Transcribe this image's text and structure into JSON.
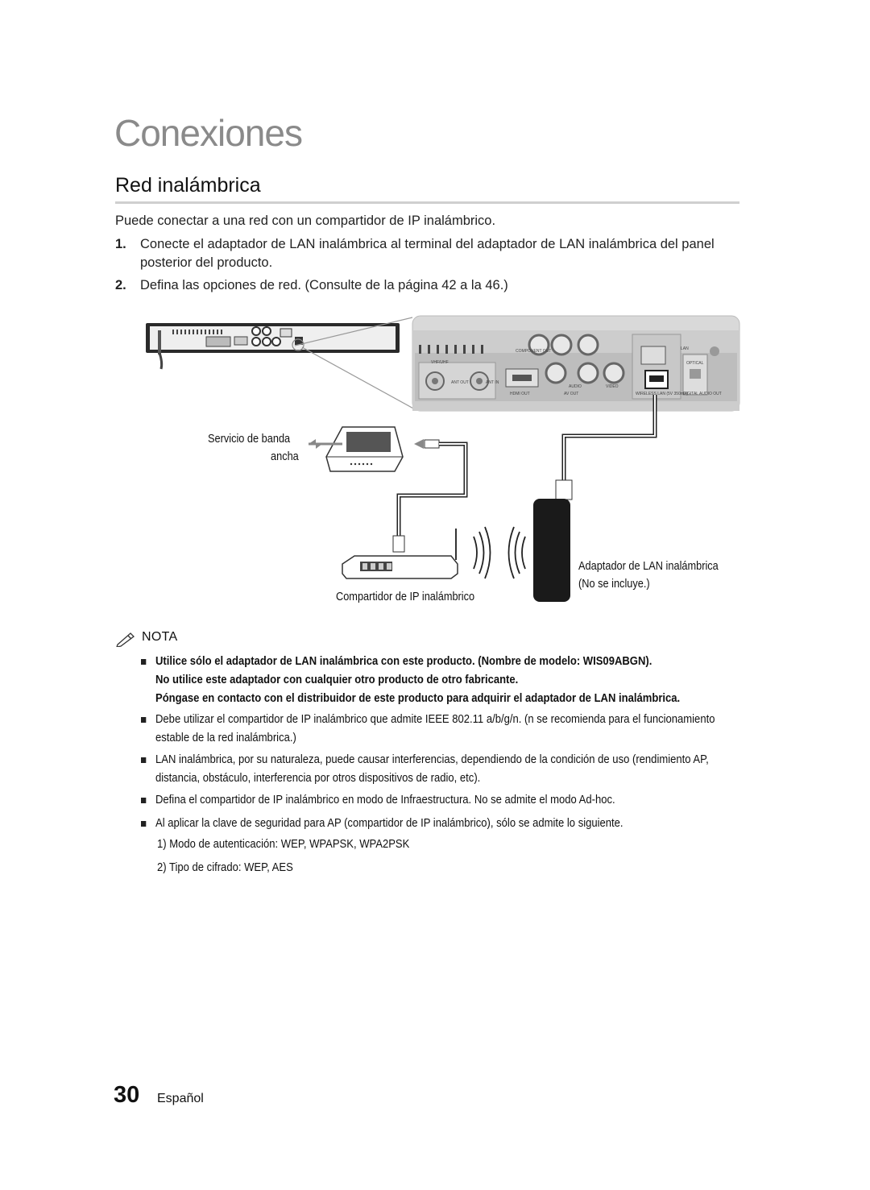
{
  "chapter_title": "Conexiones",
  "section_title": "Red inalámbrica",
  "intro": "Puede conectar a una red con un compartidor de IP inalámbrico.",
  "steps": [
    {
      "num": "1.",
      "text": "Conecte el adaptador de LAN inalámbrica al terminal del adaptador de LAN inalámbrica del panel posterior del producto."
    },
    {
      "num": "2.",
      "text": "Defina las opciones de red. (Consulte de la página 42 a la 46.)"
    }
  ],
  "diagram": {
    "broadband_line1": "Servicio de banda",
    "broadband_line2": "ancha",
    "router_label": "Compartidor de IP inalámbrico",
    "adapter_line1": "Adaptador de LAN inalámbrica",
    "adapter_line2": "(No se incluye.)",
    "panel_labels": {
      "component_out": "COMPONENT OUT",
      "vhf_uhf": "VHF/UHF",
      "ant_out": "ANT OUT",
      "ant_in": "ANT IN",
      "hdmi_out": "HDMI OUT",
      "audio": "AUDIO",
      "video": "VIDEO",
      "av_out": "AV OUT",
      "lan": "LAN",
      "optical": "OPTICAL",
      "wireless": "WIRELESS LAN (5V 350mA)",
      "digital_audio_out": "DIGITAL AUDIO OUT"
    }
  },
  "note": {
    "title": "NOTA",
    "items": [
      {
        "lines": [
          "Utilice sólo el adaptador de LAN inalámbrica con este producto. (Nombre de modelo: WIS09ABGN).",
          "No utilice este adaptador con cualquier otro producto de otro fabricante.",
          "Póngase en contacto con el distribuidor de este producto para adquirir el adaptador de LAN inalámbrica."
        ]
      },
      {
        "text": "Debe utilizar el compartidor de IP inalámbrico que admite IEEE 802.11 a/b/g/n. (n se recomienda para el funcionamiento estable de la red inalámbrica.)"
      },
      {
        "text": "LAN inalámbrica, por su naturaleza, puede causar interferencias, dependiendo de la condición de uso (rendimiento AP, distancia, obstáculo, interferencia por otros dispositivos de radio, etc)."
      },
      {
        "text": "Defina el compartidor de IP inalámbrico en modo de Infraestructura. No se admite el modo Ad-hoc."
      },
      {
        "text": "Al aplicar la clave de seguridad para AP (compartidor de IP inalámbrico), sólo se admite lo siguiente."
      }
    ],
    "subitems": [
      "1)  Modo de autenticación: WEP, WPAPSK, WPA2PSK",
      "2)  Tipo de cifrado: WEP, AES"
    ]
  },
  "footer": {
    "page_number": "30",
    "language": "Español"
  }
}
